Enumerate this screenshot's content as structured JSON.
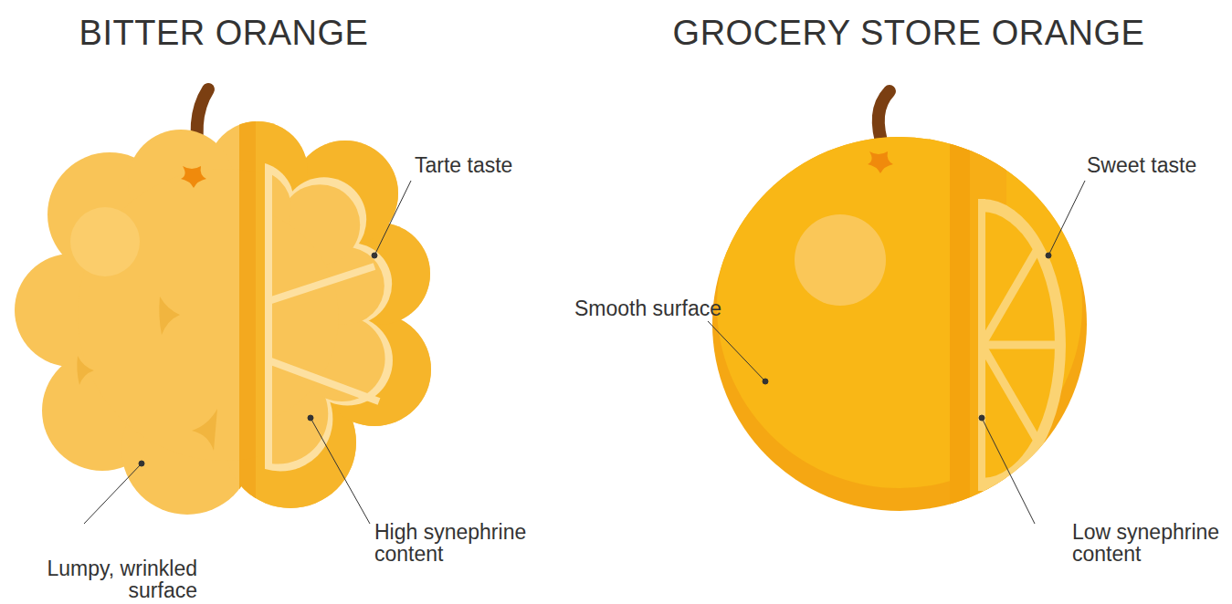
{
  "diagram": {
    "labels": [
      "BITTER ORANGE",
      "GROCERY STORE ORANGE",
      "Tarte taste",
      "High synephrine content",
      "Lumpy, wrinkled surface",
      "Sweet taste",
      "Smooth surface",
      "Low synephrine content"
    ]
  }
}
